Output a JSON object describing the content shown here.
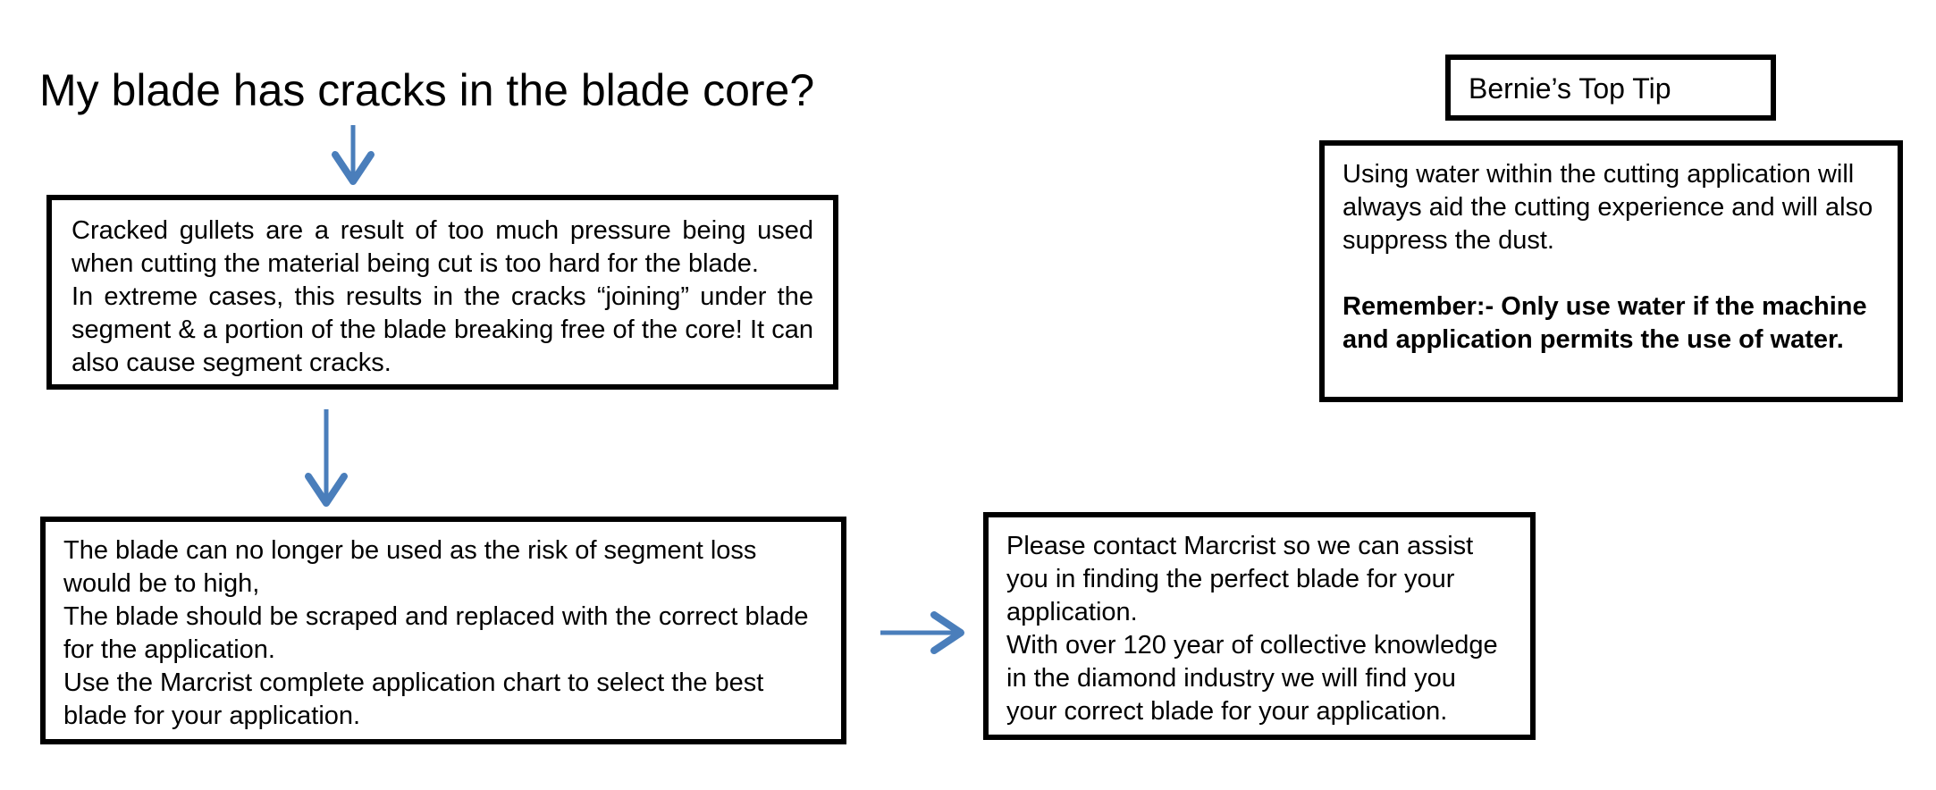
{
  "title": "My blade has cracks in the blade core?",
  "cause_box": {
    "lines": [
      " Cracked gullets are a result of too much pressure being used when cutting the material being cut is too hard for the blade.",
      "In extreme cases, this results in the cracks “joining” under the segment & a portion of the blade breaking free of the core! It can also cause segment cracks."
    ]
  },
  "action_box": {
    "lines": [
      "The blade can no longer be used as the risk of segment loss would be to high,",
      "The blade should be scraped and replaced with the correct blade for the application.",
      "Use the Marcrist complete application chart to select the best blade for your application."
    ]
  },
  "contact_box": {
    "lines": [
      "Please contact Marcrist so we can assist you in finding the perfect blade for your application.",
      "With over 120 year of collective knowledge in the diamond industry we will find you your correct blade for your application."
    ]
  },
  "tip_heading": "Bernie’s Top Tip",
  "tip_box": {
    "text": "Using water within the cutting  application will always aid  the cutting  experience and will also suppress the dust.",
    "remember": "Remember:- Only use water if the machine and application permits the use of water."
  },
  "colors": {
    "arrow": "#4a7ebb",
    "border": "#000000"
  }
}
